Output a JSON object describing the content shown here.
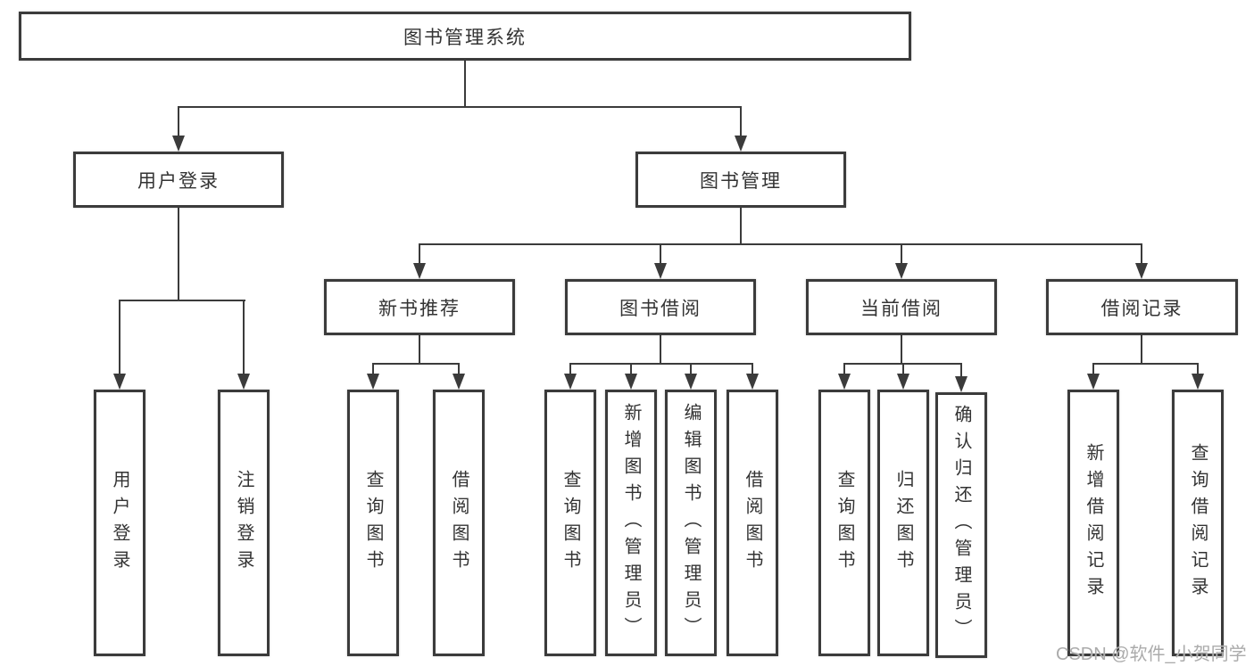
{
  "tree": {
    "root": "图书管理系统",
    "branches": [
      {
        "label": "用户登录",
        "children": [
          {
            "label": "用户登录"
          },
          {
            "label": "注销登录"
          }
        ]
      },
      {
        "label": "图书管理",
        "children": [
          {
            "label": "新书推荐",
            "children": [
              {
                "label": "查询图书"
              },
              {
                "label": "借阅图书"
              }
            ]
          },
          {
            "label": "图书借阅",
            "children": [
              {
                "label": "查询图书"
              },
              {
                "label": "新增图书（管理员）"
              },
              {
                "label": "编辑图书（管理员）"
              },
              {
                "label": "借阅图书"
              }
            ]
          },
          {
            "label": "当前借阅",
            "children": [
              {
                "label": "查询图书"
              },
              {
                "label": "归还图书"
              },
              {
                "label": "确认归还（管理员）"
              }
            ]
          },
          {
            "label": "借阅记录",
            "children": [
              {
                "label": "新增借阅记录"
              },
              {
                "label": "查询借阅记录"
              }
            ]
          }
        ]
      }
    ]
  },
  "watermark": {
    "text": "CSDN @软件_小贺同学"
  },
  "colors": {
    "line": "#3b3b3b",
    "text": "#333333",
    "box_fill": "#ffffff",
    "watermark": "#ababab",
    "background": "#ffffff"
  }
}
